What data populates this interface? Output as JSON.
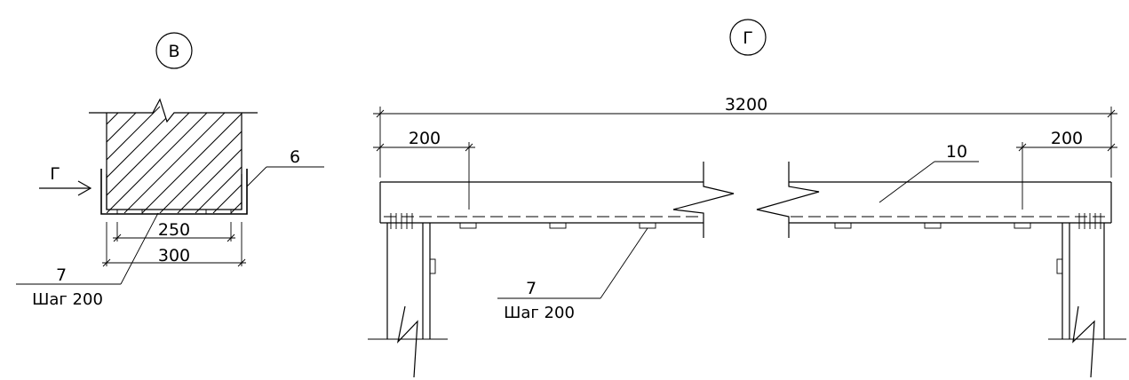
{
  "section_b": {
    "marker": "В",
    "view_arrow_label": "Г",
    "dim_inner": "250",
    "dim_outer": "300",
    "callout_angle": "6",
    "callout_plate_number": "7",
    "callout_plate_pitch": "Шаг 200"
  },
  "view_g": {
    "marker": "Г",
    "dim_total": "3200",
    "dim_left": "200",
    "dim_right": "200",
    "callout_beam": "10",
    "callout_plate_number": "7",
    "callout_plate_pitch": "Шаг 200"
  }
}
